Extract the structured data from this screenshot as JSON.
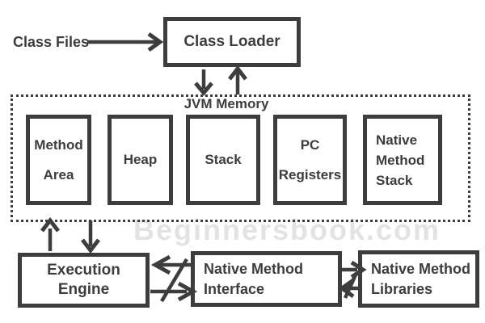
{
  "colors": {
    "line": "#3d3d3d",
    "text": "#3d3d3d",
    "watermark": "#e3e3e3",
    "background": "#ffffff"
  },
  "top": {
    "class_files_label": "Class Files",
    "class_loader_label": "Class Loader"
  },
  "jvm_memory": {
    "title": "JVM Memory",
    "boxes": [
      {
        "label": "Method Area"
      },
      {
        "label": "Heap"
      },
      {
        "label": "Stack"
      },
      {
        "label": "PC Registers"
      },
      {
        "label": "Native Method Stack"
      }
    ]
  },
  "bottom": {
    "execution_engine_label": "Execution Engine",
    "native_method_interface_label": "Native Method Interface",
    "native_method_libraries_label": "Native Method Libraries"
  },
  "watermark_text": "Beginnersbook.com"
}
